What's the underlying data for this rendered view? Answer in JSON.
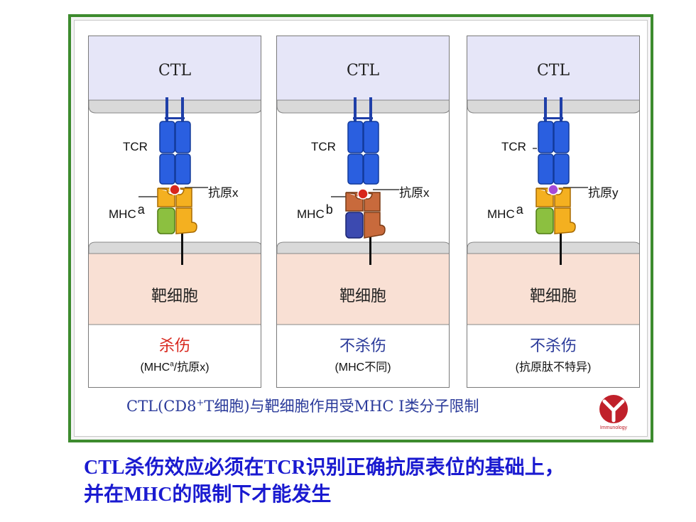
{
  "colors": {
    "frame_border": "#3d8b2e",
    "ctl_cell": "#e6e6f8",
    "target_cell": "#f9e0d4",
    "tcr": "#2a5fe0",
    "antigen_x": "#d8261c",
    "antigen_y": "#a64ad8",
    "mhc_a_alpha": "#f4b020",
    "mhc_a_beta2m": "#8cc040",
    "mhc_b_alpha": "#c86a3c",
    "mhc_b_beta2m": "#3c4ab0",
    "kill_text": "#d8261c",
    "no_kill_text": "#2a3a9a",
    "caption_text": "#2a3a9a",
    "footer_text": "#1a1ad0"
  },
  "panels": [
    {
      "ctl_label": "CTL",
      "tcr_label": "TCR",
      "mhc_label": "MHC",
      "mhc_superscript": "a",
      "antigen_label": "抗原x",
      "target_label": "靶细胞",
      "result_label": "杀伤",
      "detail_prefix": "(MHC",
      "detail_superscript": "a",
      "detail_suffix": "/抗原x)"
    },
    {
      "ctl_label": "CTL",
      "tcr_label": "TCR",
      "mhc_label": "MHC",
      "mhc_superscript": "b",
      "antigen_label": "抗原x",
      "target_label": "靶细胞",
      "result_label": "不杀伤",
      "detail_prefix": "(MHC不同)",
      "detail_superscript": "",
      "detail_suffix": ""
    },
    {
      "ctl_label": "CTL",
      "tcr_label": "TCR",
      "mhc_label": "MHC",
      "mhc_superscript": "a",
      "antigen_label": "抗原y",
      "target_label": "靶细胞",
      "result_label": "不杀伤",
      "detail_prefix": "(抗原肽不特异)",
      "detail_superscript": "",
      "detail_suffix": ""
    }
  ],
  "caption": {
    "prefix": "CTL(CD8",
    "superscript": "+",
    "suffix": "T细胞)与靶细胞作用受MHC I类分子限制"
  },
  "logo_text": "Immunology",
  "footer": {
    "line1": "CTL杀伤效应必须在TCR识别正确抗原表位的基础上，",
    "line2": "并在MHC的限制下才能发生"
  }
}
